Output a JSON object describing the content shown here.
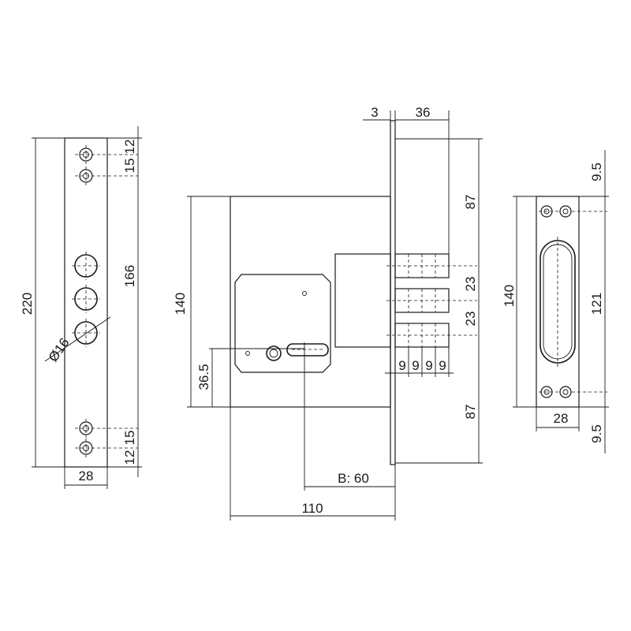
{
  "left_plate": {
    "dim_12_top": "12",
    "dim_15_top": "15",
    "dim_220": "220",
    "dim_166": "166",
    "dim_diameter": "Ø16",
    "dim_15_bottom": "15",
    "dim_12_bottom": "12",
    "dim_28": "28"
  },
  "lock_body": {
    "dim_3": "3",
    "dim_36": "36",
    "dim_87_top": "87",
    "dim_140": "140",
    "dim_23_a": "23",
    "dim_23_b": "23",
    "dim_9_a": "9",
    "dim_9_b": "9",
    "dim_9_c": "9",
    "dim_9_d": "9",
    "dim_36_5": "36.5",
    "dim_87_bottom": "87",
    "dim_backset": "B: 60",
    "dim_110": "110"
  },
  "strike_plate": {
    "dim_9_5_top": "9.5",
    "dim_140": "140",
    "dim_121": "121",
    "dim_28": "28",
    "dim_9_5_bottom": "9.5"
  }
}
